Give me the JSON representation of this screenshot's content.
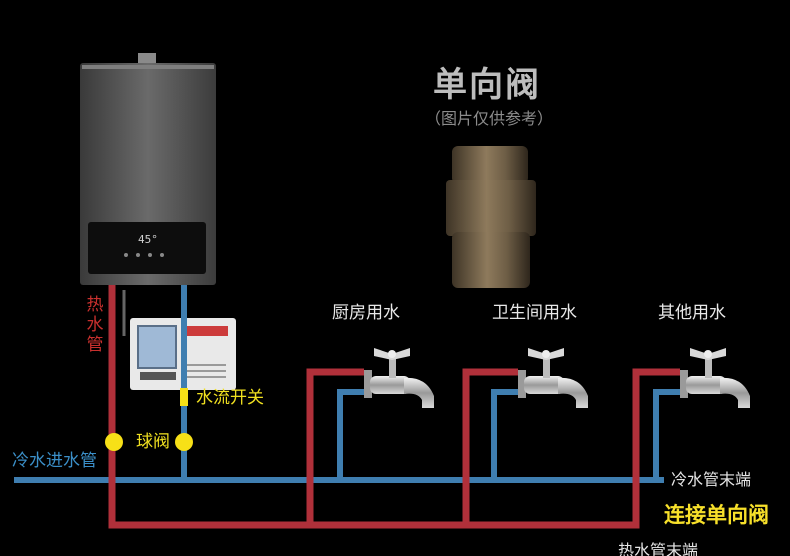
{
  "title": "单向阀",
  "subtitle": "（图片仅供参考）",
  "fixtures": [
    "厨房用水",
    "卫生间用水",
    "其他用水"
  ],
  "labels": {
    "hot_pipe": "热水管",
    "cold_inlet": "冷水进水管",
    "ball_valve": "球阀",
    "flow_switch": "水流开关",
    "cold_end": "冷水管末端",
    "hot_end": "热水管末端",
    "check_valve_note": "连接单向阀"
  },
  "heater_display": "45°",
  "colors": {
    "hot_pipe": "#b0303a",
    "cold_pipe": "#3f7eb0",
    "valve_yellow": "#f7e017",
    "title_gray": "#bdbdbd",
    "note_yellow": "#f7e02a"
  },
  "icons": [
    "water-heater-icon",
    "check-valve-icon",
    "circulation-pump-icon",
    "faucet-icon"
  ]
}
